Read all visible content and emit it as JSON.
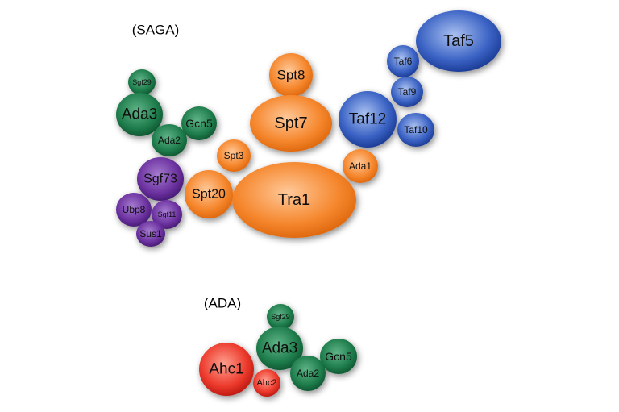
{
  "colors": {
    "green": "#1d7a4a",
    "purple": "#6a2f9a",
    "orange": "#f07a20",
    "blue": "#2f55b8",
    "red": "#e8322a"
  },
  "saga": {
    "title": "(SAGA)",
    "subunits": {
      "sgf29": "Sgf29",
      "ada3": "Ada3",
      "gcn5": "Gcn5",
      "ada2": "Ada2",
      "sgf73": "Sgf73",
      "ubp8": "Ubp8",
      "sgf11": "Sgf11",
      "sus1": "Sus1",
      "spt3": "Spt3",
      "spt20": "Spt20",
      "spt8": "Spt8",
      "spt7": "Spt7",
      "tra1": "Tra1",
      "ada1": "Ada1",
      "taf12": "Taf12",
      "taf6": "Taf6",
      "taf9": "Taf9",
      "taf10": "Taf10",
      "taf5": "Taf5"
    }
  },
  "ada": {
    "title": "(ADA)",
    "subunits": {
      "sgf29": "Sgf29",
      "ada3": "Ada3",
      "gcn5": "Gcn5",
      "ahc1": "Ahc1",
      "ahc2": "Ahc2",
      "ada2": "Ada2"
    }
  }
}
